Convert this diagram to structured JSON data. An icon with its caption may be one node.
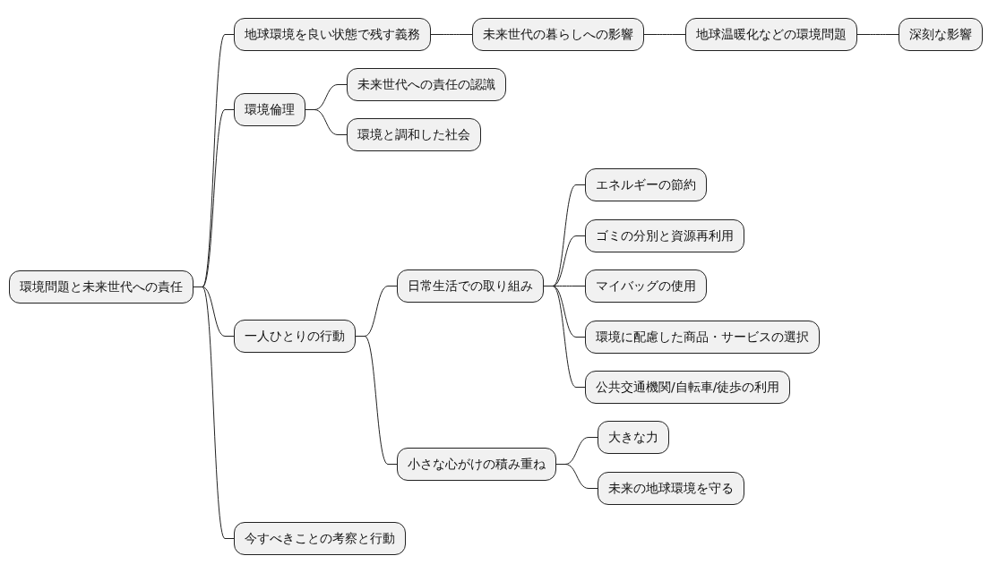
{
  "diagram": {
    "nodes": [
      {
        "text": [
          "環境問題と未来世代への責任"
        ]
      },
      {
        "text": [
          "地球環境を良い状態で残す義務"
        ]
      },
      {
        "text": [
          "未来世代の暮らしへの影響"
        ]
      },
      {
        "text": [
          "地球温暖化などの環境問題"
        ]
      },
      {
        "text": [
          "深刻な影響"
        ]
      },
      {
        "text": [
          "環境倫理"
        ]
      },
      {
        "text": [
          "未来世代への責任の認識"
        ]
      },
      {
        "text": [
          "環境と調和した社会"
        ]
      },
      {
        "text": [
          "一人ひとりの行動"
        ]
      },
      {
        "text": [
          "日常生活での取り組み"
        ]
      },
      {
        "text": [
          "エネルギーの節約"
        ]
      },
      {
        "text": [
          "ゴミの分別と資源再利用"
        ]
      },
      {
        "text": [
          "マイバッグの使用"
        ]
      },
      {
        "text": [
          "環境に配慮した商品・サービスの選択"
        ]
      },
      {
        "text": [
          "公共交通機関/自転車/徒歩の利用"
        ]
      },
      {
        "text": [
          "小さな心がけの積み重ね"
        ]
      },
      {
        "text": [
          "大きな力"
        ]
      },
      {
        "text": [
          "未来の地球環境を守る"
        ]
      },
      {
        "text": [
          "今すべきことの考察と行動"
        ]
      }
    ],
    "edges": [
      {
        "from": 0,
        "to": 1,
        "arrow": "none"
      },
      {
        "from": 1,
        "to": 2,
        "arrow": "none"
      },
      {
        "from": 2,
        "to": 3,
        "arrow": "none"
      },
      {
        "from": 3,
        "to": 4,
        "arrow": "none"
      },
      {
        "from": 0,
        "to": 5,
        "arrow": "none"
      },
      {
        "from": 5,
        "to": 6,
        "arrow": "none"
      },
      {
        "from": 5,
        "to": 7,
        "arrow": "none"
      },
      {
        "from": 0,
        "to": 8,
        "arrow": "none"
      },
      {
        "from": 8,
        "to": 9,
        "arrow": "none"
      },
      {
        "from": 9,
        "to": 10,
        "arrow": "none"
      },
      {
        "from": 9,
        "to": 11,
        "arrow": "none"
      },
      {
        "from": 9,
        "to": 12,
        "arrow": "none"
      },
      {
        "from": 9,
        "to": 13,
        "arrow": "none"
      },
      {
        "from": 9,
        "to": 14,
        "arrow": "none"
      },
      {
        "from": 8,
        "to": 15,
        "arrow": "none"
      },
      {
        "from": 15,
        "to": 16,
        "arrow": "none"
      },
      {
        "from": 15,
        "to": 17,
        "arrow": "none"
      },
      {
        "from": 0,
        "to": 18,
        "arrow": "none"
      }
    ]
  }
}
